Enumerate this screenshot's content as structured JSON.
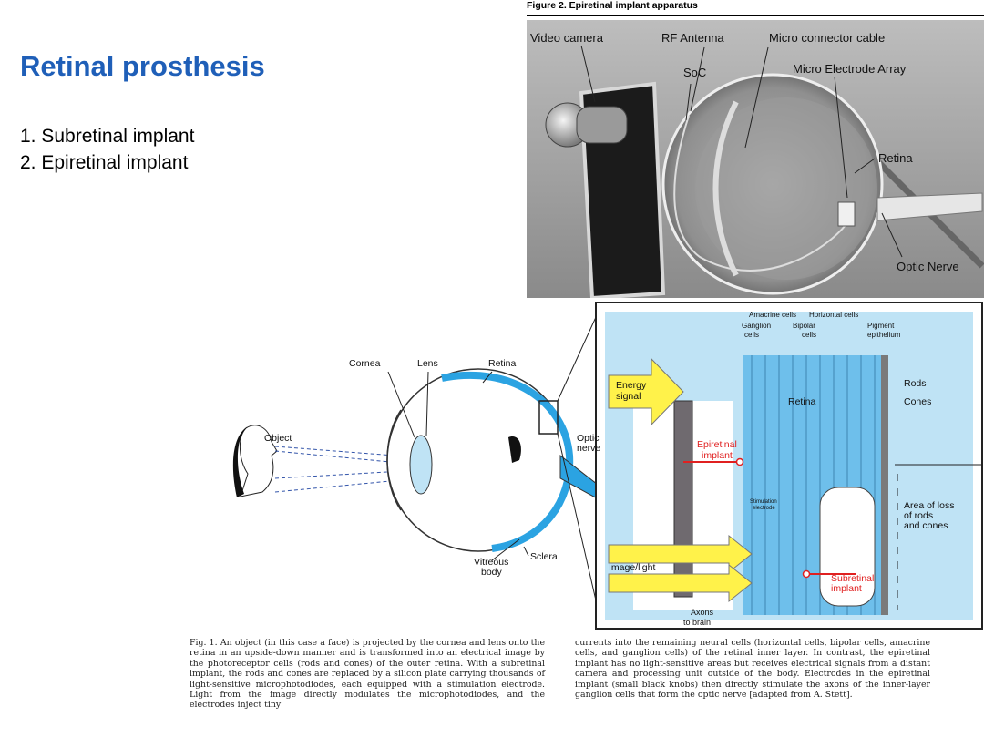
{
  "slide": {
    "title": "Retinal prosthesis",
    "list": [
      "1. Subretinal implant",
      "2. Epiretinal implant"
    ]
  },
  "figure2": {
    "caption": "Figure 2. Epiretinal implant apparatus",
    "labels": {
      "video_camera": "Video camera",
      "rf_antenna": "RF Antenna",
      "micro_connector": "Micro connector cable",
      "soc": "SoC",
      "micro_electrode": "Micro Electrode Array",
      "retina": "Retina",
      "optic_nerve": "Optic Nerve"
    }
  },
  "figure1": {
    "eye": {
      "cornea": "Cornea",
      "lens": "Lens",
      "retina": "Retina",
      "object": "Object",
      "optic": "Optic",
      "nerve": "nerve",
      "vitreous": "Vitreous",
      "body": "body",
      "sclera": "Sclera"
    },
    "detail": {
      "amacrine": "Amacrine cells",
      "horizontal": "Horizontal cells",
      "ganglion1": "Ganglion",
      "ganglion2": "cells",
      "bipolar1": "Bipolar",
      "bipolar2": "cells",
      "pigment1": "Pigment",
      "pigment2": "epithelium",
      "energy1": "Energy",
      "energy2": "signal",
      "rods": "Rods",
      "retina": "Retina",
      "cones": "Cones",
      "epiretinal1": "Epiretinal",
      "epiretinal2": "implant",
      "stim1": "Stimulation",
      "stim2": "electrode",
      "loss1": "Area of loss",
      "loss2": "of rods",
      "loss3": "and cones",
      "image_light": "Image/light",
      "subretinal1": "Subretinal",
      "subretinal2": "implant",
      "axons1": "Axons",
      "axons2": "to brain"
    },
    "colors": {
      "retina_blue": "#2ba3e2",
      "panel_blue": "#bfe3f5",
      "arrow_yellow": "#fff24a",
      "red": "#e02020"
    }
  },
  "caption": {
    "left": "Fig. 1. An object (in this case a face) is projected by the cornea and lens onto the retina in an upside-down manner and is transformed into an electrical image by the photoreceptor cells (rods and cones) of the outer retina. With a subretinal implant, the rods and cones are replaced by a silicon plate carrying thousands of light-sensitive microphotodiodes, each equipped with a stimulation electrode. Light from the image directly modulates the microphotodiodes, and the electrodes inject tiny",
    "right": "currents into the remaining neural cells (horizontal cells, bipolar cells, amacrine cells, and ganglion cells) of the retinal inner layer. In contrast, the epiretinal implant has no light-sensitive areas but receives electrical signals from a distant camera and processing unit outside of the body. Electrodes in the epiretinal implant (small black knobs) then directly stimulate the axons of the inner-layer ganglion cells that form the optic nerve [adapted from A. Stett]."
  }
}
